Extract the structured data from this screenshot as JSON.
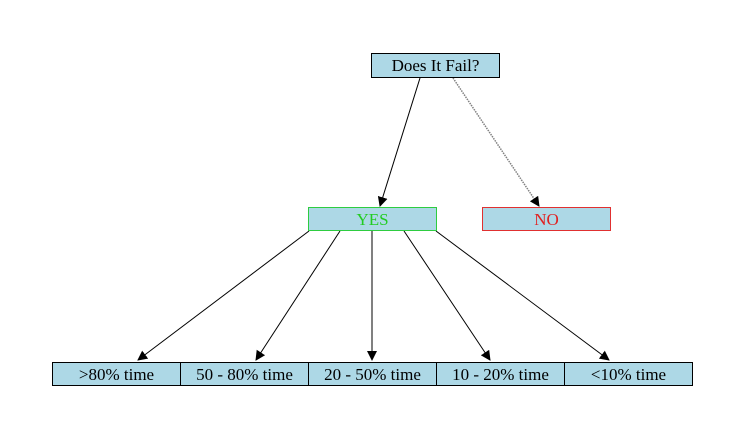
{
  "root": {
    "label": "Does It Fail?"
  },
  "branches": {
    "yes": {
      "label": "YES",
      "color": "#22cc22"
    },
    "no": {
      "label": "NO",
      "color": "#e02020"
    }
  },
  "leaves": [
    {
      "label": ">80% time"
    },
    {
      "label": "50 - 80% time"
    },
    {
      "label": "20 - 50% time"
    },
    {
      "label": "10 - 20% time"
    },
    {
      "label": "<10% time"
    }
  ],
  "colors": {
    "node_fill": "#add8e6",
    "edge": "#000000",
    "edge_no": "#808080"
  }
}
